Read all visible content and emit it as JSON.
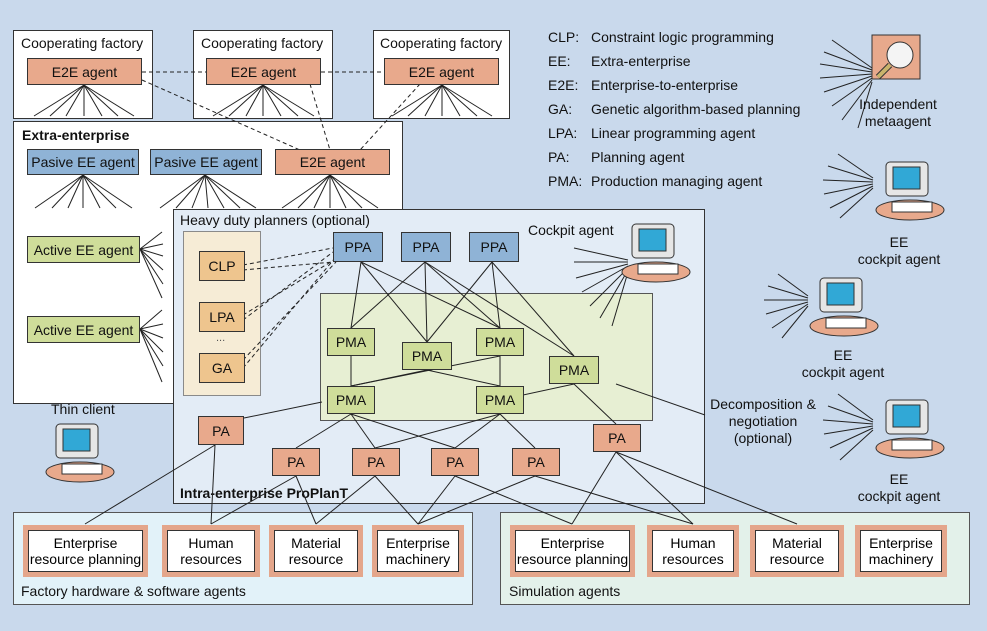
{
  "cooperating_factories": [
    {
      "title": "Cooperating factory",
      "agent": "E2E agent"
    },
    {
      "title": "Cooperating factory",
      "agent": "E2E agent"
    },
    {
      "title": "Cooperating factory",
      "agent": "E2E agent"
    }
  ],
  "extra_enterprise": {
    "title": "Extra-enterprise",
    "passive_agents": [
      "Pasive EE agent",
      "Pasive EE agent"
    ],
    "e2e_agent": "E2E agent",
    "active_agents": [
      "Active EE agent",
      "Active EE agent"
    ]
  },
  "heavy_duty": {
    "title": "Heavy duty planners (optional)",
    "planners": [
      "CLP",
      "LPA",
      "GA"
    ],
    "ellipsis": "..."
  },
  "ppa_agents": [
    "PPA",
    "PPA",
    "PPA"
  ],
  "pma_agents": [
    "PMA",
    "PMA",
    "PMA",
    "PMA",
    "PMA",
    "PMA"
  ],
  "pa_agents": [
    "PA",
    "PA",
    "PA",
    "PA",
    "PA",
    "PA"
  ],
  "cockpit_agent_label": "Cockpit agent",
  "intra_enterprise_title": "Intra-enterprise ProPlanT",
  "thin_client_label": "Thin client",
  "decomposition_label": [
    "Decomposition &",
    "negotiation",
    "(optional)"
  ],
  "legend": [
    {
      "abbr": "CLP:",
      "text": "Constraint logic programming"
    },
    {
      "abbr": "EE:",
      "text": "Extra-enterprise"
    },
    {
      "abbr": "E2E:",
      "text": "Enterprise-to-enterprise"
    },
    {
      "abbr": "GA:",
      "text": "Genetic algorithm-based planning"
    },
    {
      "abbr": "LPA:",
      "text": "Linear programming agent"
    },
    {
      "abbr": "PA:",
      "text": "Planning agent"
    },
    {
      "abbr": "PMA:",
      "text": "Production managing agent"
    }
  ],
  "independent_metaagent": [
    "Independent",
    "metaagent"
  ],
  "ee_cockpit_agents": [
    [
      "EE",
      "cockpit agent"
    ],
    [
      "EE",
      "cockpit agent"
    ],
    [
      "EE",
      "cockpit agent"
    ]
  ],
  "factory_systems": {
    "title": "Factory hardware & software agents",
    "items": [
      [
        "Enterprise",
        "resource planning"
      ],
      [
        "Human",
        "resources"
      ],
      [
        "Material",
        "resource"
      ],
      [
        "Enterprise",
        "machinery"
      ]
    ]
  },
  "simulation_systems": {
    "title": "Simulation agents",
    "items": [
      [
        "Enterprise",
        "resource planning"
      ],
      [
        "Human",
        "resources"
      ],
      [
        "Material",
        "resource"
      ],
      [
        "Enterprise",
        "machinery"
      ]
    ]
  },
  "colors": {
    "background": "#c9d9ec",
    "e2e_agent": "#e8a98c",
    "ee_agent": "#8fb3d6",
    "active_agent": "#cfdd9a",
    "planner": "#eec58e"
  }
}
